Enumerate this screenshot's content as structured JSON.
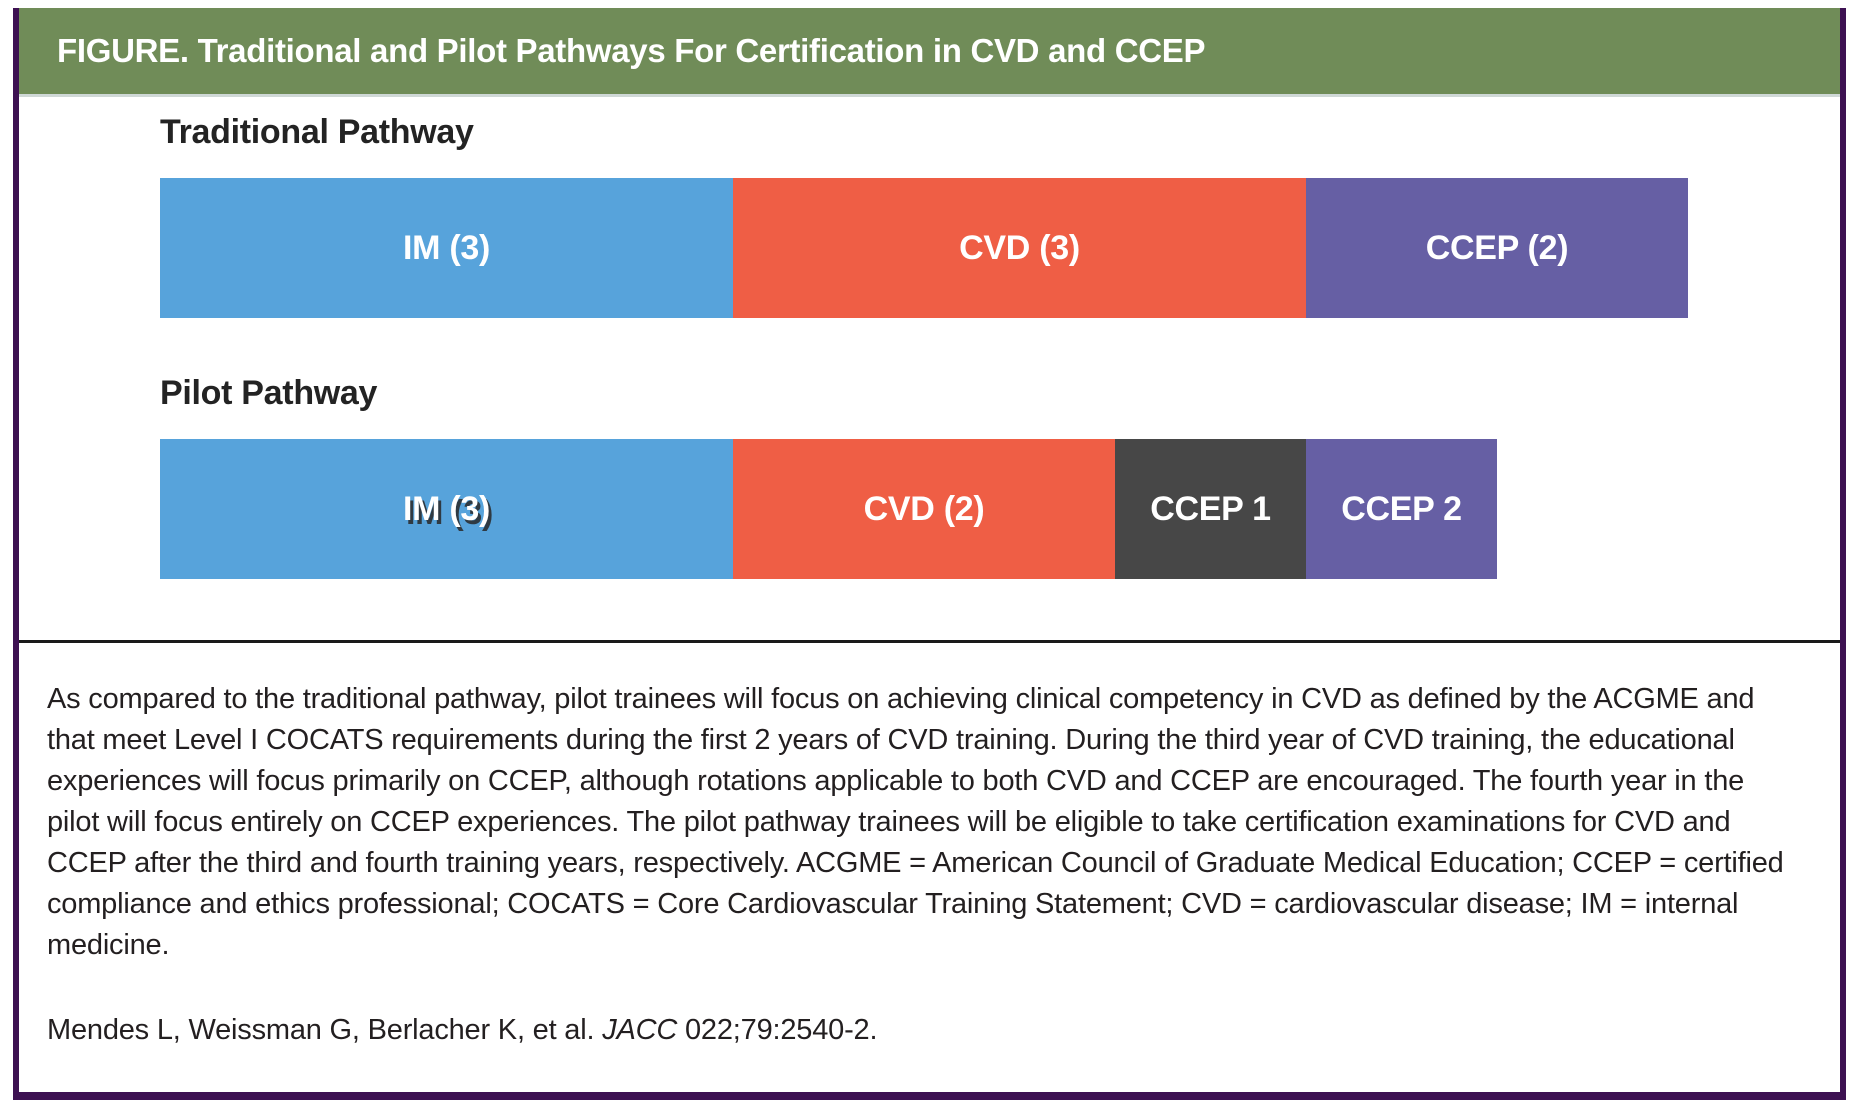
{
  "header": {
    "title": "FIGURE. Traditional and Pilot Pathways For Certification in CVD and CCEP"
  },
  "colors": {
    "outer_border": "#3d1152",
    "header_background": "#708c58",
    "divider": "#1a1a1a",
    "body_text": "#231f20",
    "im_blue": "#57a3db",
    "cvd_red": "#ef5e45",
    "ccep_gray": "#474747",
    "ccep_purple": "#665fa4"
  },
  "caption": {
    "text": "As compared to the traditional pathway, pilot trainees will focus on achieving clinical competency in CVD as defined by the ACGME and that meet Level I COCATS requirements during the first 2 years of CVD training. During the third year of CVD training, the educational experiences will focus primarily on CCEP, although rotations applicable to both CVD and CCEP are encouraged. The fourth year in the pilot will focus entirely on CCEP experiences. The pilot pathway trainees will be eligible to take certification examinations for CVD and CCEP after the third and fourth training years, respectively. ACGME = American Council of Graduate Medical Education; CCEP = certified compliance and ethics professional; COCATS = Core Cardiovascular Training Statement; CVD = cardiovascular disease; IM = internal medicine."
  },
  "citation": {
    "authors": "Mendes L, Weissman G, Berlacher K, et al.",
    "journal": "JACC",
    "reference": "022;79:2540-2."
  },
  "chart_data": {
    "type": "bar",
    "orientation": "horizontal",
    "units": "years",
    "title": "FIGURE. Traditional and Pilot Pathways For Certification in CVD and CCEP",
    "axes": "none",
    "grid": false,
    "legend": "none (segments labeled inline)",
    "series": [
      {
        "name": "Traditional Pathway",
        "total_years": 8,
        "segments": [
          {
            "label": "IM (3)",
            "value": 3,
            "color": "#57a3db"
          },
          {
            "label": "CVD (3)",
            "value": 3,
            "color": "#ef5e45"
          },
          {
            "label": "CCEP (2)",
            "value": 2,
            "color": "#665fa4"
          }
        ]
      },
      {
        "name": "Pilot Pathway",
        "total_years": 7,
        "segments": [
          {
            "label": "IM (3)",
            "value": 3,
            "color": "#57a3db",
            "text_shadow": true
          },
          {
            "label": "CVD (2)",
            "value": 2,
            "color": "#ef5e45"
          },
          {
            "label": "CCEP 1",
            "value": 1,
            "color": "#474747"
          },
          {
            "label": "CCEP 2",
            "value": 1,
            "color": "#665fa4"
          }
        ]
      }
    ]
  }
}
